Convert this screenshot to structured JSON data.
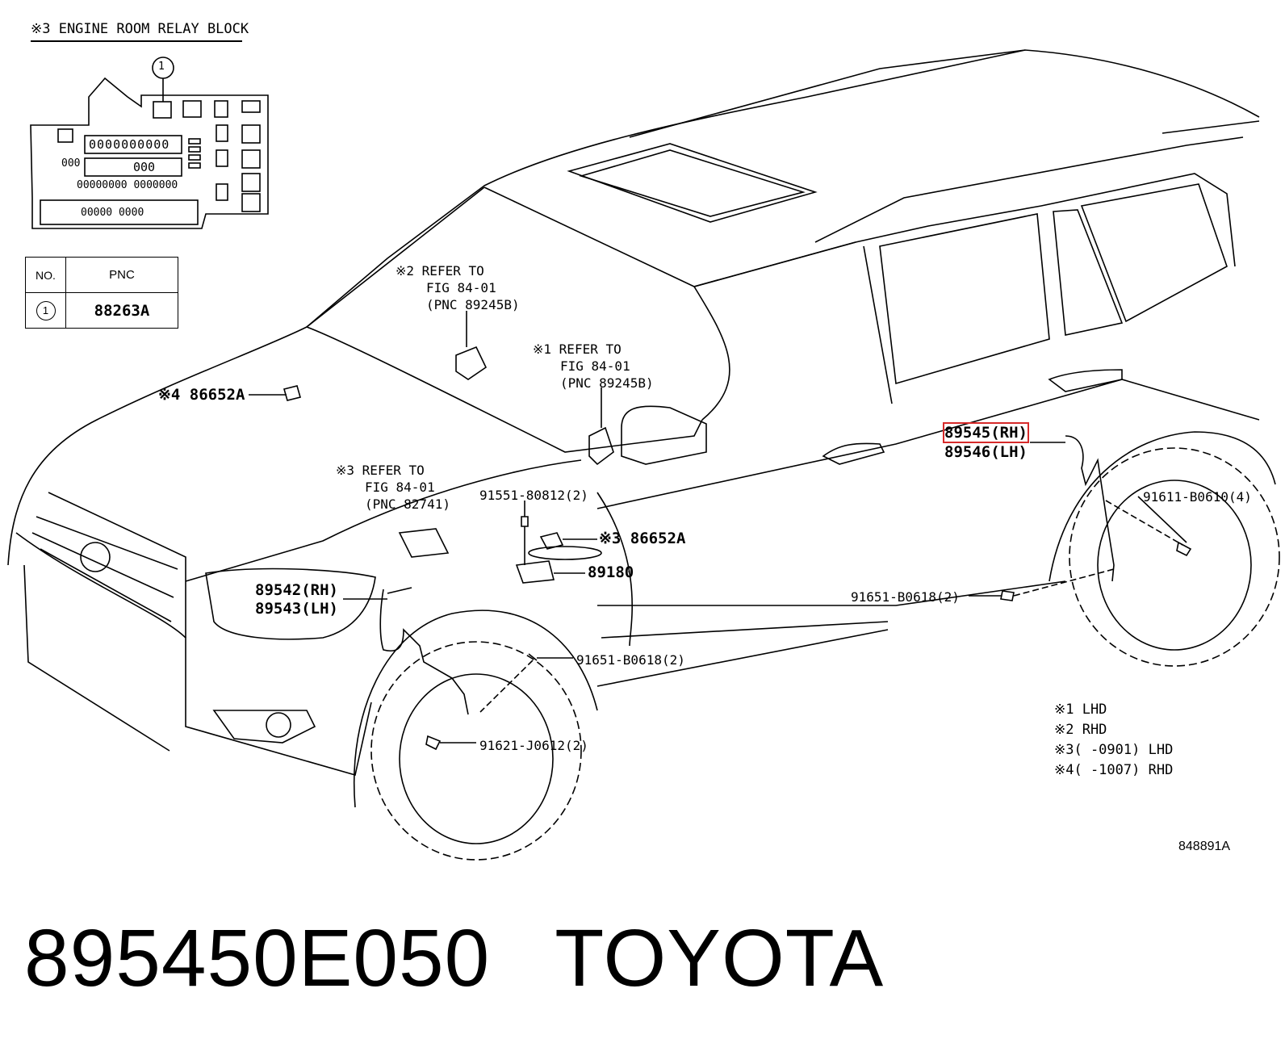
{
  "relay_block": {
    "title": "※3 ENGINE ROOM RELAY BLOCK",
    "callout_number": "1",
    "fuse_row_1": "0000000000",
    "fuse_row_2": "000",
    "fuse_row_3": "000",
    "fuse_row_4": "00000000 0000000",
    "fuse_row_5": "00000  0000"
  },
  "pnc_table": {
    "header_no": "NO.",
    "header_pnc": "PNC",
    "row_no": "1",
    "row_pnc": "88263A"
  },
  "refs": {
    "ref2_line1": "※2 REFER TO",
    "ref2_line2": "FIG 84-01",
    "ref2_line3": "(PNC 89245B)",
    "ref1_line1": "※1 REFER TO",
    "ref1_line2": "FIG 84-01",
    "ref1_line3": "(PNC 89245B)",
    "ref3_line1": "※3 REFER TO",
    "ref3_line2": "FIG 84-01",
    "ref3_line3": "(PNC 82741)"
  },
  "parts": {
    "p4_86652a": "※4 86652A",
    "p3_86652a": "※3 86652A",
    "p89180": "89180",
    "p91551": "91551-80812(2)",
    "p89542": "89542(RH)",
    "p89543": "89543(LH)",
    "p91651_front": "91651-B0618(2)",
    "p91621": "91621-J0612(2)",
    "p89545": "89545(RH)",
    "p89546": "89546(LH)",
    "p91611": "91611-B0610(4)",
    "p91651_rear": "91651-B0618(2)"
  },
  "notes": {
    "n1": "※1 LHD",
    "n2": "※2 RHD",
    "n3": "※3(     -0901) LHD",
    "n4": "※4(     -1007) RHD"
  },
  "figure_id": "848891A",
  "footer": {
    "part_number": "895450E050",
    "brand": "TOYOTA"
  },
  "colors": {
    "line": "#000000",
    "highlight": "#d62a2a"
  }
}
